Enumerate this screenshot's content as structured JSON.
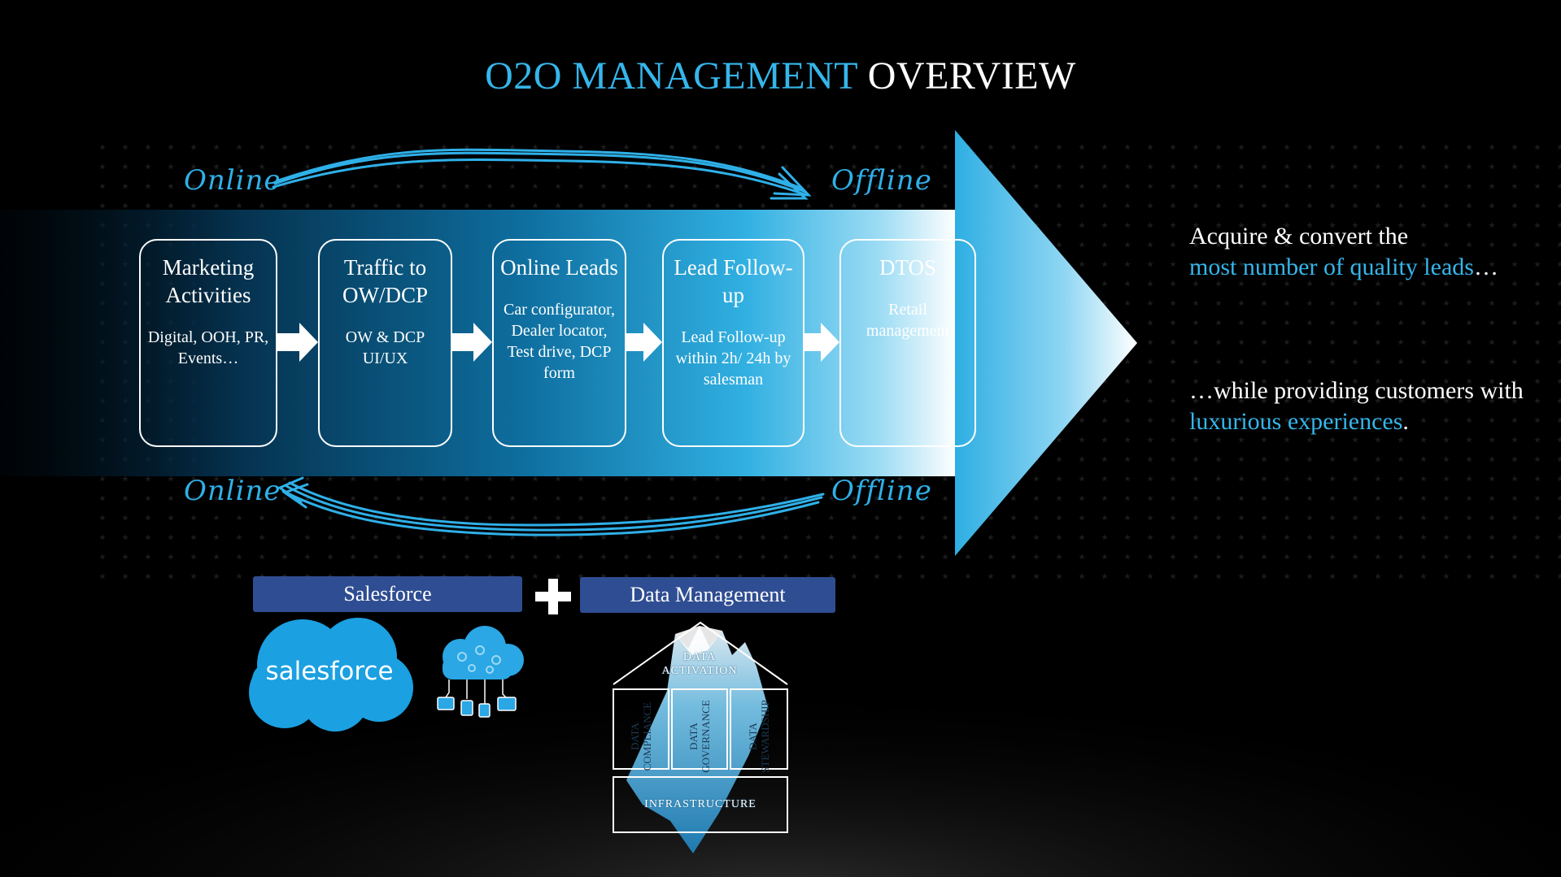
{
  "title": {
    "accent": "O2O MANAGEMENT",
    "rest": "OVERVIEW"
  },
  "flow_labels": {
    "top_left": "Online",
    "top_right": "Offline",
    "bottom_left": "Online",
    "bottom_right": "Offline"
  },
  "steps": [
    {
      "title": "Marketing Activities",
      "desc": "Digital, OOH, PR, Events…"
    },
    {
      "title": "Traffic to OW/DCP",
      "desc": "OW & DCP UI/UX"
    },
    {
      "title": "Online Leads",
      "desc": "Car configurator, Dealer locator, Test drive, DCP form"
    },
    {
      "title": "Lead Follow-up",
      "desc": "Lead Follow-up within 2h/ 24h by salesman"
    },
    {
      "title": "DTOS",
      "desc": "Retail management"
    }
  ],
  "tagline": {
    "p1_a": "Acquire & convert the",
    "p1_b": "most number of quality leads",
    "p1_c": "…",
    "p2_a": "…while providing customers with",
    "p2_b": "luxurious experiences",
    "p2_c": "."
  },
  "pills": {
    "left": "Salesforce",
    "right": "Data Management"
  },
  "salesforce_logo_text": "salesforce",
  "house": {
    "top": "DATA ACTIVATION",
    "pillars": [
      "DATA COMPLIANCE",
      "DATA GOVERNANCE",
      "DATA STEWARDSHIP"
    ],
    "base": "INFRASTRUCTURE"
  },
  "colors": {
    "accent": "#35b6ea",
    "pill": "#2f4d92",
    "background": "#000000"
  }
}
